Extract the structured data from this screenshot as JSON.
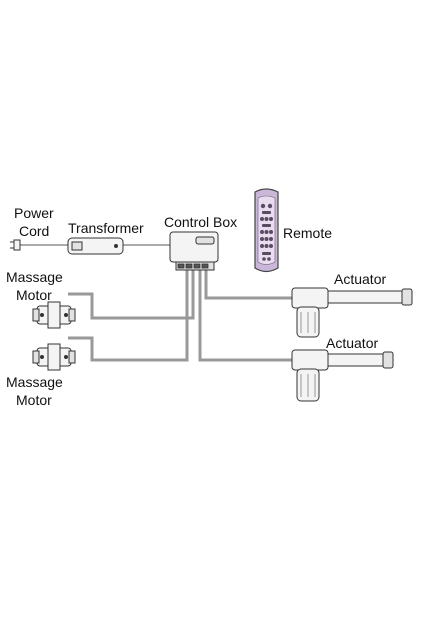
{
  "labels": {
    "power_cord_line1": "Power",
    "power_cord_line2": "Cord",
    "transformer": "Transformer",
    "control_box": "Control Box",
    "remote": "Remote",
    "massage_motor_top_line1": "Massage",
    "massage_motor_top_line2": "Motor",
    "massage_motor_bottom_line1": "Massage",
    "massage_motor_bottom_line2": "Motor",
    "actuator_top": "Actuator",
    "actuator_bottom": "Actuator"
  },
  "colors": {
    "remote_body": "#c9b6d8",
    "remote_face": "#e8dcef",
    "remote_buttons": "#5a4a63",
    "wire": "#777777",
    "line": "#333333"
  },
  "icons": [
    "plug-icon",
    "transformer-icon",
    "control-box-icon",
    "remote-icon",
    "massage-motor-icon",
    "actuator-icon"
  ]
}
